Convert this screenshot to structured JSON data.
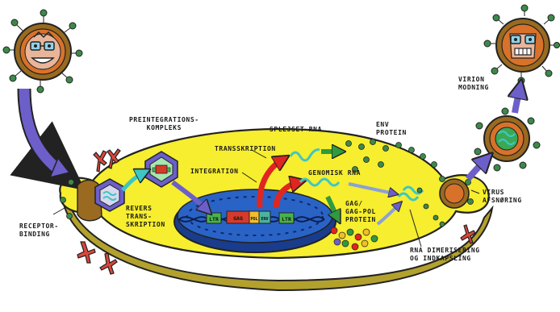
{
  "labels": {
    "receptor_binding": [
      "RECEPTOR-",
      "BINDING"
    ],
    "preintegration": [
      "PREINTEGRATIONS-",
      "KOMPLEKS"
    ],
    "revers_transskription": [
      "REVERS",
      "TRANS-",
      "SKRIPTION"
    ],
    "transskription": [
      "TRANSSKRIPTION"
    ],
    "integration": [
      "INTEGRATION"
    ],
    "splejset_rna": [
      "SPLEJSET RNA"
    ],
    "genomisk_rna": [
      "GENOMISK RNA"
    ],
    "env_protein": [
      "ENV",
      "PROTEIN"
    ],
    "gag_pol": [
      "GAG/",
      "GAG-POL",
      "PROTEIN"
    ],
    "rna_dimerisering": [
      "RNA DIMERISERING",
      "OG INDKAPSLING"
    ],
    "virus_afsnoring": [
      "VIRUS",
      "AFSNØRING"
    ],
    "virion_modning": [
      "VIRION",
      "MODNING"
    ]
  },
  "dna_segments": [
    "LTR",
    "GAG",
    "POL",
    "ENV",
    "LTR"
  ],
  "colors": {
    "cytoplasm": "#f6ee2e",
    "membrane": "#b3a12e",
    "nucleus": "#2a63c6",
    "nucleus_rim": "#1a3c8c",
    "arrow_blue": "#6c5fc9",
    "arrow_red": "#e0261f",
    "arrow_green": "#2f9a3e",
    "rna_teal": "#3ec7c2",
    "virus_shell": "#9a6a20",
    "virus_core": "#d8722a",
    "spike_green": "#3c8a4a",
    "receptor_red": "#d9473a"
  },
  "icons": [
    "virus-face-icon",
    "virion-icon",
    "budding-virus-icon",
    "receptor-icon",
    "rna-strand-icon"
  ]
}
